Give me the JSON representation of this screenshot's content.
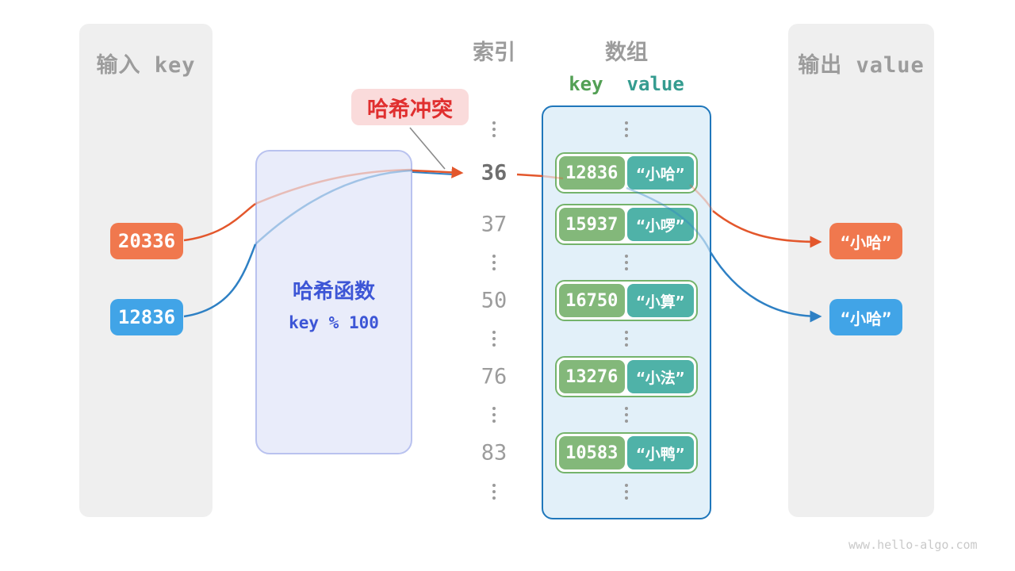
{
  "panels": {
    "input": {
      "title": "输入 key"
    },
    "output": {
      "title": "输出 value"
    }
  },
  "inputs": [
    {
      "label": "20336",
      "color": "#f0784e"
    },
    {
      "label": "12836",
      "color": "#41a4e7"
    }
  ],
  "outputs": [
    {
      "label": "“小哈”",
      "color": "#f0784e"
    },
    {
      "label": "“小哈”",
      "color": "#41a4e7"
    }
  ],
  "hash_function": {
    "title": "哈希函数",
    "formula": "key % 100"
  },
  "collision_label": "哈希冲突",
  "index_column": {
    "title": "索引",
    "values": [
      "36",
      "37",
      "50",
      "76",
      "83"
    ],
    "highlighted": "36"
  },
  "array": {
    "title": "数组",
    "key_header": "key",
    "value_header": "value",
    "entries": [
      {
        "index": "36",
        "key": "12836",
        "value": "“小哈”"
      },
      {
        "index": "37",
        "key": "15937",
        "value": "“小啰”"
      },
      {
        "index": "50",
        "key": "16750",
        "value": "“小算”"
      },
      {
        "index": "76",
        "key": "13276",
        "value": "“小法”"
      },
      {
        "index": "83",
        "key": "10583",
        "value": "“小鸭”"
      }
    ]
  },
  "watermark": "www.hello-algo.com",
  "colors": {
    "orange": "#f0784e",
    "blue": "#41a4e7",
    "orange_stroke": "#e3572c",
    "blue_stroke": "#2e80c4",
    "key_green": "#83b87a",
    "value_teal": "#4fb2a8",
    "entry_border": "#74b36b",
    "bucket_border": "#1f77bb",
    "bucket_fill": "#e2f0f9",
    "hash_fill": "#e9ecfa",
    "hash_text": "#3d56d6",
    "collision_red": "#e02f2f",
    "collision_bg": "#fadbdb",
    "panel_gray": "#efefef"
  }
}
